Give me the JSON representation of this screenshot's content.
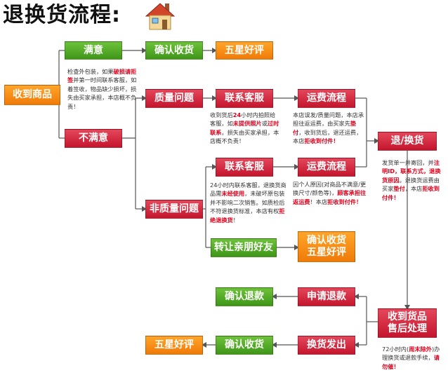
{
  "title": "退换货流程:",
  "nodes": {
    "received": "收到商品",
    "satisfied": "满意",
    "confirm_receipt_1": "确认收货",
    "five_star_1": "五星好评",
    "unsatisfied": "不满意",
    "quality_issue": "质量问题",
    "contact_cs_1": "联系客服",
    "shipping_flow_1": "运费流程",
    "return_exchange": "退/换货",
    "non_quality_issue": "非质量问题",
    "contact_cs_2": "联系客服",
    "shipping_flow_2": "运费流程",
    "transfer_friend": "转让亲朋好友",
    "confirm_five_star_line1": "确认收货",
    "confirm_five_star_line2": "五星好评",
    "confirm_refund": "确认退款",
    "apply_refund": "申请退款",
    "received_goods_line1": "收到货品",
    "received_goods_line2": "售后处理",
    "five_star_2": "五星好评",
    "confirm_receipt_2": "确认收货",
    "exchange_shipped": "换货发出"
  },
  "notes": {
    "check_package": [
      {
        "t": "检查外包装，如果"
      },
      {
        "t": "破损",
        "hl": true
      },
      {
        "t": "请拒签",
        "hl": true
      },
      {
        "t": "并第一时间联系客服，如着签收，物品缺少损坏，损失由买家承担，本店概不负责！"
      }
    ],
    "quality_cs": [
      {
        "t": "收到货后"
      },
      {
        "t": "24",
        "hl": true
      },
      {
        "t": "小时内拍照给客服，如"
      },
      {
        "t": "未提供照片",
        "hl": true
      },
      {
        "t": "或"
      },
      {
        "t": "过时联系",
        "hl": true
      },
      {
        "t": "，损失由买家承担，本店概不负责！"
      }
    ],
    "quality_shipping": [
      {
        "t": "本店误发/质量问题，本店承担往返运费，由买家先"
      },
      {
        "t": "垫付",
        "hl": true
      },
      {
        "t": "，收到货后，退还运费，本店"
      },
      {
        "t": "拒收到付件！",
        "hl": true
      }
    ],
    "return_note": [
      {
        "t": "发货单一并寄回，并"
      },
      {
        "t": "注明ID，联系方式，退换货原因",
        "hl": true
      },
      {
        "t": "。退换货运费由买家"
      },
      {
        "t": "垫付",
        "hl": true
      },
      {
        "t": "，本店"
      },
      {
        "t": "拒收到付件！",
        "hl": true
      }
    ],
    "nonquality_cs": [
      {
        "t": "24小时内联系客服，退换货商品需"
      },
      {
        "t": "未经使用",
        "hl": true
      },
      {
        "t": "，未破坏原包装并不影响二次销售。如质检后不符退换货标准，本店有权"
      },
      {
        "t": "拒绝退换货",
        "hl": true
      },
      {
        "t": "！"
      }
    ],
    "nonquality_shipping": [
      {
        "t": "因个人原因(对商品不满意/更换尺寸/颜色等)，"
      },
      {
        "t": "顾客承担往返运费",
        "hl": true
      },
      {
        "t": "！本店"
      },
      {
        "t": "拒收到付件！",
        "hl": true
      }
    ],
    "process_note": [
      {
        "t": "72小时内("
      },
      {
        "t": "周末除外",
        "hl": true
      },
      {
        "t": ")办理换货或退款手续，"
      },
      {
        "t": "请勿催！",
        "hl": true
      }
    ]
  },
  "colors": {
    "green": "#4fa922",
    "red": "#d72a3f",
    "orange": "#f58a12",
    "connector": "#555555",
    "highlight": "#e0001b"
  }
}
